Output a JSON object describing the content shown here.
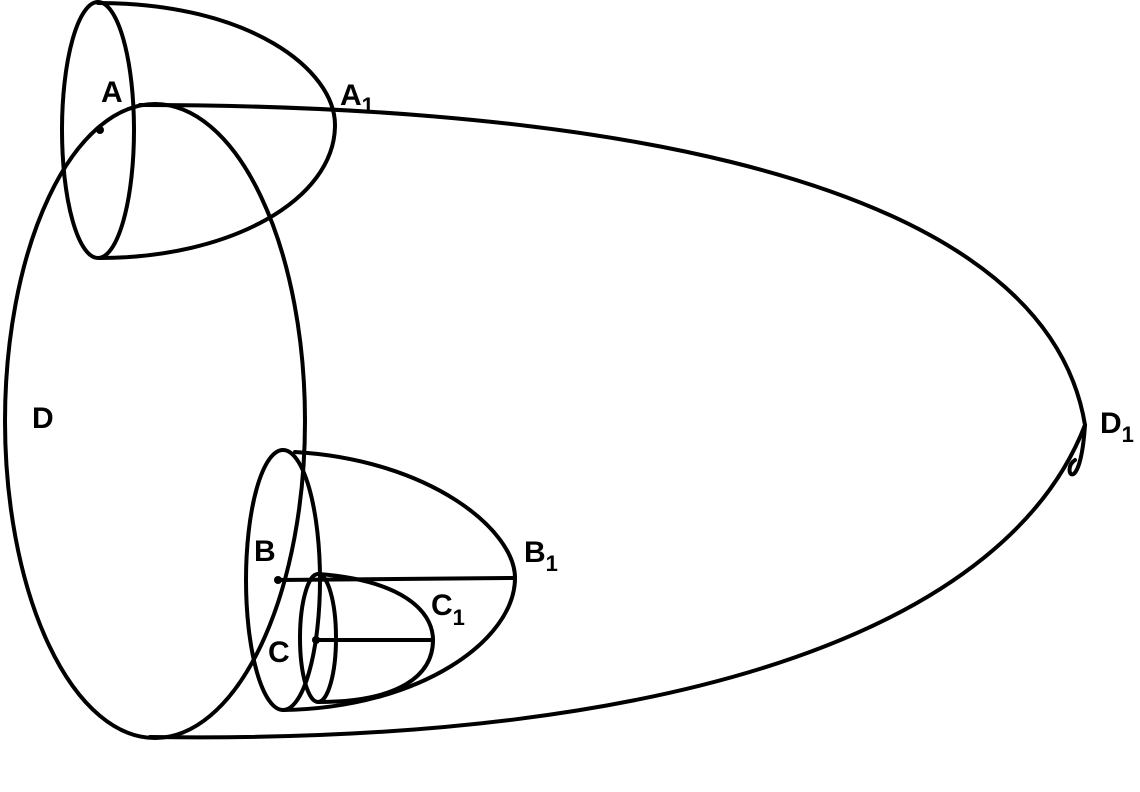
{
  "labels": {
    "A": "A",
    "A1_base": "A",
    "A1_sub": "1",
    "B": "B",
    "B1_base": "B",
    "B1_sub": "1",
    "C": "C",
    "C1_base": "C",
    "C1_sub": "1",
    "D": "D",
    "D1_base": "D",
    "D1_sub": "1"
  }
}
